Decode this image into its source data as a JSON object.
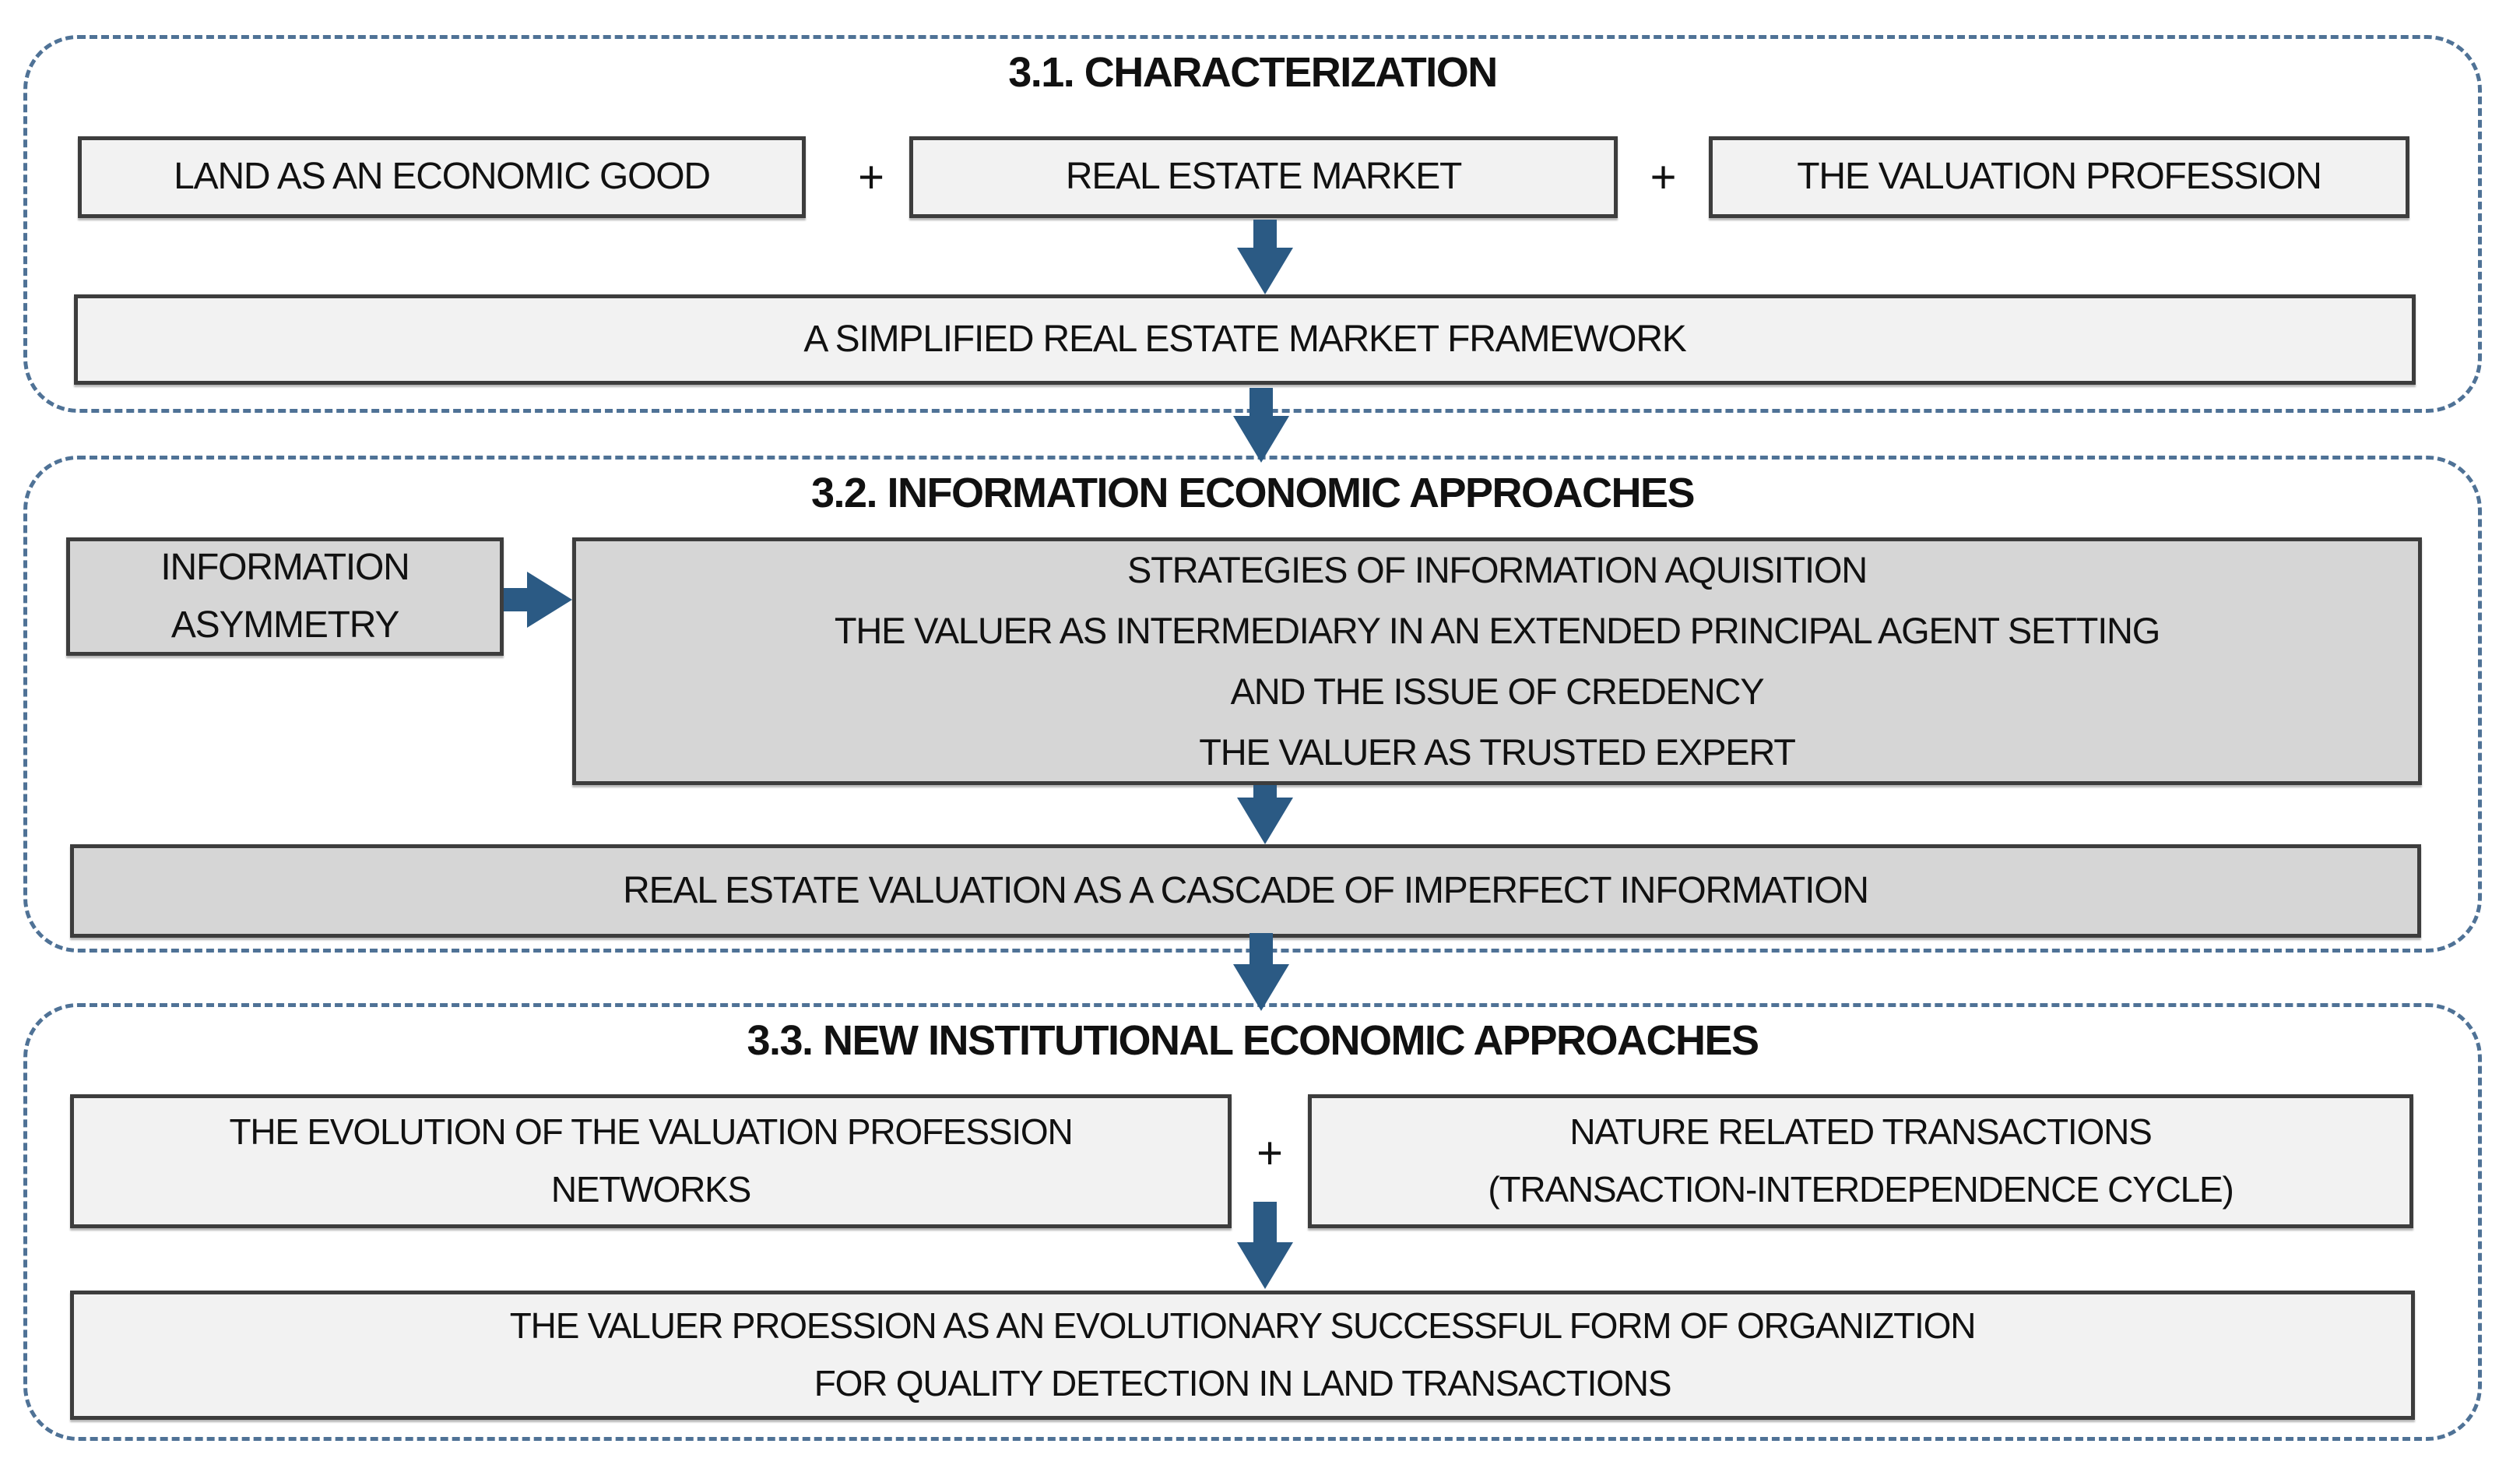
{
  "colors": {
    "arrow": "#2b5a84",
    "dashed_border": "#4f7296",
    "box_border": "#3d3d3d",
    "box_fill_light": "#f2f2f2",
    "box_fill_dark": "#d6d6d6"
  },
  "operators": {
    "plus": "+"
  },
  "sections": [
    {
      "title": "3.1. CHARACTERIZATION",
      "boxes": [
        {
          "label": "LAND AS AN ECONOMIC GOOD"
        },
        {
          "label": "REAL ESTATE MARKET"
        },
        {
          "label": "THE VALUATION PROFESSION"
        }
      ],
      "result_box": {
        "label": "A SIMPLIFIED REAL ESTATE MARKET FRAMEWORK"
      }
    },
    {
      "title": "3.2. INFORMATION ECONOMIC APPROACHES",
      "side_box": {
        "lines": [
          "INFORMATION",
          "ASYMMETRY"
        ]
      },
      "main_box": {
        "lines": [
          "STRATEGIES OF INFORMATION AQUISITION",
          "THE VALUER AS INTERMEDIARY IN AN EXTENDED PRINCIPAL AGENT SETTING",
          "AND THE ISSUE OF CREDENCY",
          "THE VALUER AS TRUSTED EXPERT"
        ]
      },
      "result_box": {
        "label": "REAL ESTATE VALUATION AS A CASCADE OF IMPERFECT INFORMATION"
      }
    },
    {
      "title": "3.3. NEW INSTITUTIONAL ECONOMIC APPROACHES",
      "boxes": [
        {
          "lines": [
            "THE EVOLUTION OF THE VALUATION PROFESSION",
            "NETWORKS"
          ]
        },
        {
          "lines": [
            "NATURE RELATED TRANSACTIONS",
            "(TRANSACTION-INTERDEPENDENCE CYCLE)"
          ]
        }
      ],
      "result_box": {
        "lines": [
          "THE VALUER PROESSION AS AN EVOLUTIONARY SUCCESSFUL FORM OF ORGANIZTION",
          "FOR QUALITY DETECTION IN LAND TRANSACTIONS"
        ]
      }
    }
  ]
}
